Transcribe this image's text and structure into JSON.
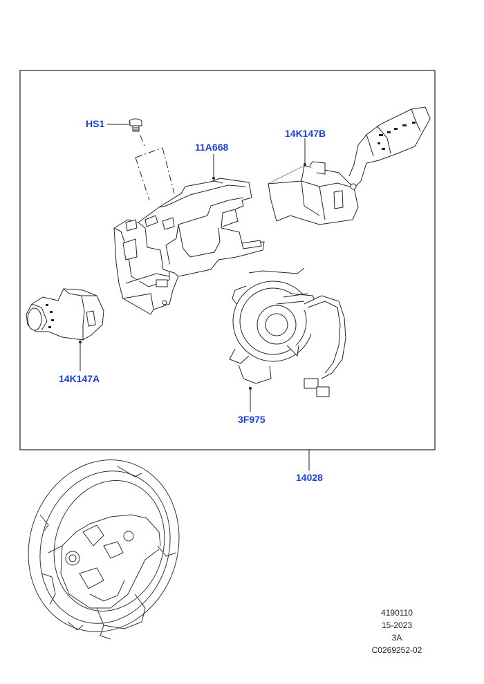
{
  "callouts": {
    "hs1": "HS1",
    "a11a668": "11A668",
    "k14147b": "14K147B",
    "k14147a": "14K147A",
    "f3f975": "3F975",
    "n14028": "14028"
  },
  "footer": {
    "line1": "4190110",
    "line2": "15-2023",
    "line3": "3A",
    "line4": "C0269252-02"
  },
  "colors": {
    "callout": "#1a3fd6",
    "line": "#222222"
  }
}
